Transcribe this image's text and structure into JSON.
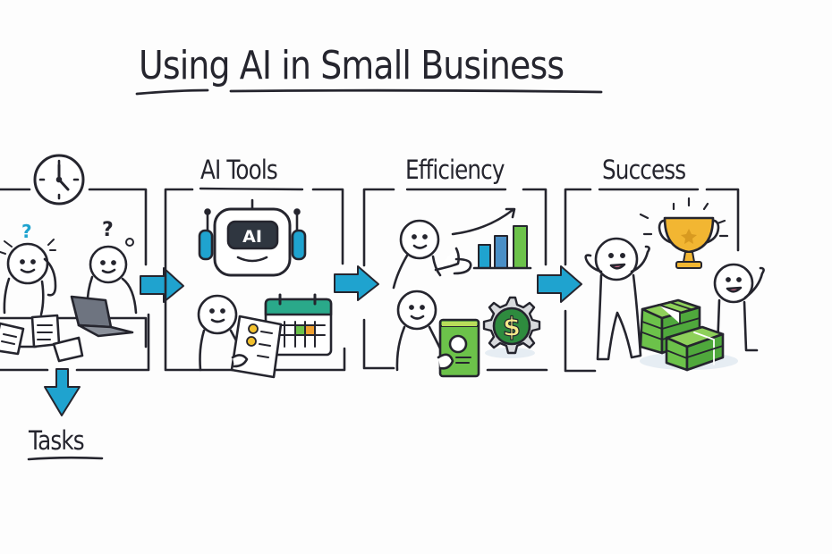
{
  "title": "Using AI in Small Business",
  "stages": [
    {
      "id": "tasks",
      "label": "Tasks",
      "description": "Two confused people at a desk with papers, a laptop and a clock"
    },
    {
      "id": "ai-tools",
      "label": "AI Tools",
      "description": "AI robot with headphones, person holding a checklist, calendar"
    },
    {
      "id": "efficiency",
      "label": "Efficiency",
      "description": "Person giving thumbs up with rising bar chart, person with green document, gear with dollar sign"
    },
    {
      "id": "success",
      "label": "Success",
      "description": "Two cheering people, golden trophy, stacks of money"
    }
  ],
  "robot_badge": "AI",
  "gear_symbol": "$",
  "colors": {
    "ink": "#25252e",
    "arrow": "#1fa3cf",
    "green": "#6cc24a",
    "dark_green": "#2e8b3e",
    "gold": "#f2b632",
    "orange": "#f0a030",
    "teal": "#2aa98a",
    "blue_bar": "#4a8fc7",
    "background": "#fdfdfd"
  }
}
